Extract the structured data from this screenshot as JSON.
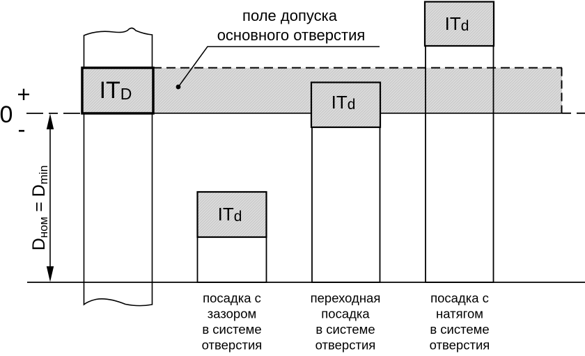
{
  "colors": {
    "background": "#ffffff",
    "line": "#000000",
    "band_fill": "#dcdcdc",
    "band_hatch": "#c6c6c6"
  },
  "axis": {
    "plus": "+",
    "zero": "0",
    "minus": "-"
  },
  "note": {
    "line1": "поле допуска",
    "line2": "основного отверстия"
  },
  "dimension_label": {
    "d1": "D",
    "sub1": "ном",
    "eq": " = ",
    "d2": "D",
    "sub2": "min"
  },
  "hole_tolerance": {
    "it": "IT",
    "sub": "D"
  },
  "fits": [
    {
      "it": "IT",
      "sub": "d",
      "caption": [
        "посадка с",
        "зазором",
        "в системе",
        "отверстия"
      ]
    },
    {
      "it": "IT",
      "sub": "d",
      "caption": [
        "переходная",
        "посадка",
        "в системе",
        "отверстия"
      ]
    },
    {
      "it": "IT",
      "sub": "d",
      "caption": [
        "посадка с",
        "натягом",
        "в системе",
        "отверстия"
      ]
    }
  ]
}
